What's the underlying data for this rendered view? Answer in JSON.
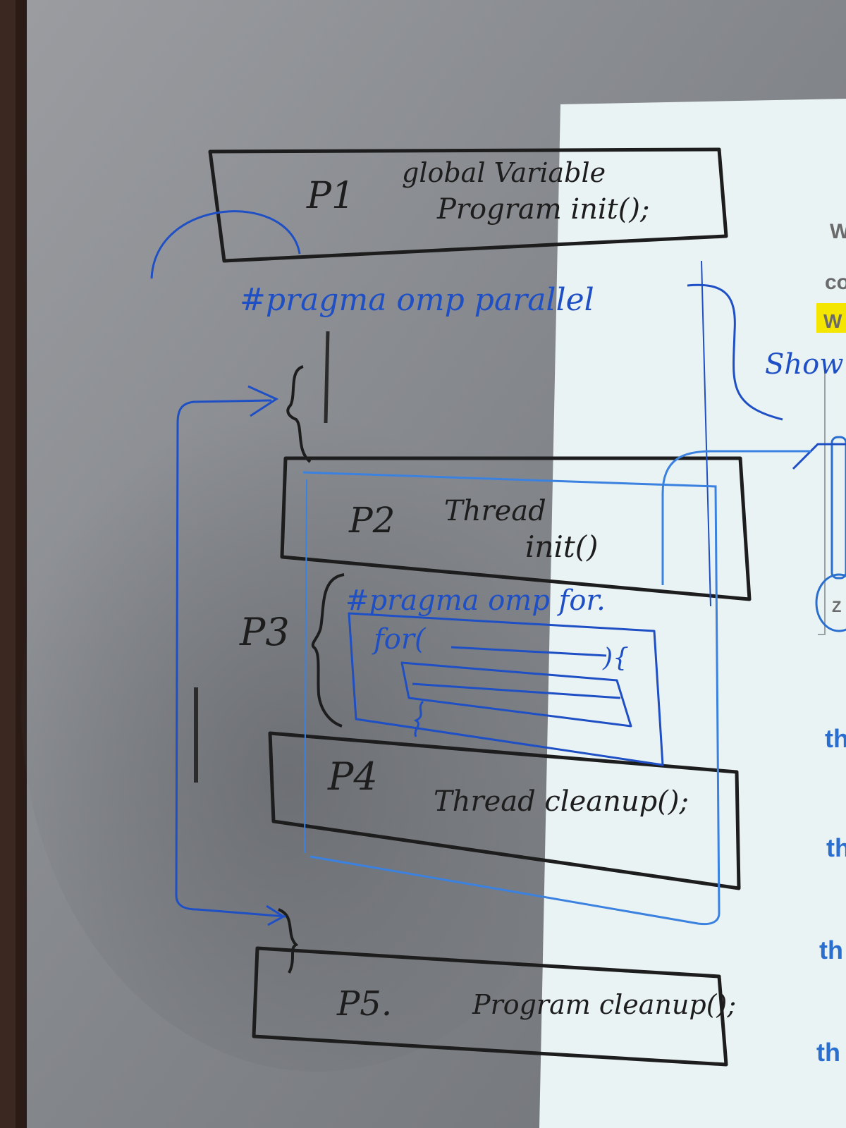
{
  "scene": {
    "description_free": true
  },
  "colors": {
    "frame": "#2a1b16",
    "board": "#8d9095",
    "projection": "#eaf3f4",
    "ink_black": "#1d1d1d",
    "ink_blue": "#1f4fc4",
    "projected_highlight": "#f4e600"
  },
  "whiteboard": {
    "p1": {
      "label": "P1",
      "line1": "global Variable",
      "line2": "Program init();"
    },
    "pragma_parallel": "#pragma omp parallel",
    "p2": {
      "label": "P2",
      "line1": "Thread",
      "line2": "init()"
    },
    "p3": {
      "label": "P3",
      "pragma_for": "#pragma omp for.",
      "for_loop": "for(",
      "for_brace": "){"
    },
    "p4": {
      "label": "P4",
      "text": "Thread cleanup();"
    },
    "p5": {
      "label": "P5.",
      "text": "Program cleanup();"
    },
    "show_note": "Show"
  },
  "projected_slide": {
    "fragments": [
      "W",
      "co",
      "W",
      "th",
      "th",
      "th",
      "th",
      "Z"
    ]
  }
}
